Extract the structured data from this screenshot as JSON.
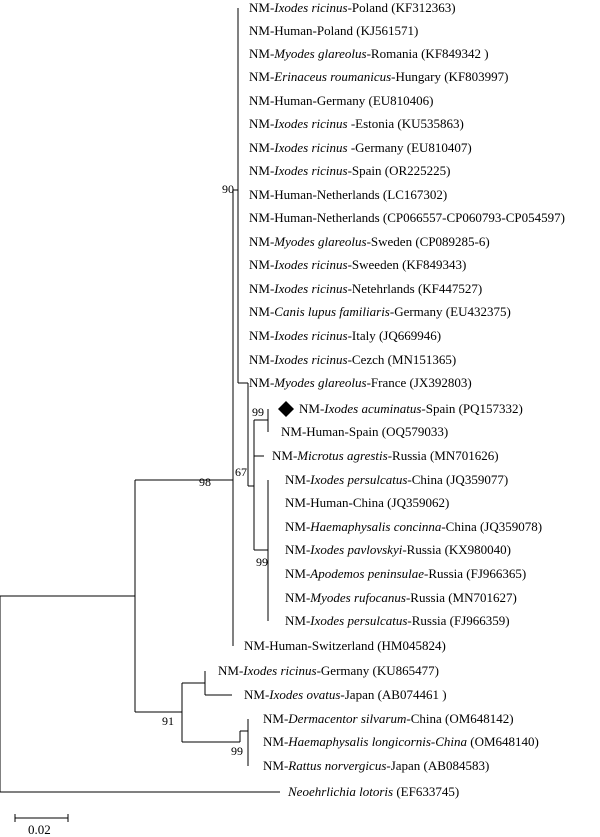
{
  "tree": {
    "taxa": [
      {
        "pre": "NM-",
        "sp": "Ixodes ricinus",
        "post": "-Poland (KF312363)"
      },
      {
        "pre": "NM-Human-Poland (KJ561571)",
        "sp": "",
        "post": ""
      },
      {
        "pre": "NM-",
        "sp": "Myodes glareolus",
        "post": "-Romania (KF849342 )"
      },
      {
        "pre": "NM-",
        "sp": "Erinaceus roumanicus",
        "post": "-Hungary (KF803997)"
      },
      {
        "pre": "NM-Human-Germany (EU810406)",
        "sp": "",
        "post": ""
      },
      {
        "pre": "NM-",
        "sp": "Ixodes ricinus",
        "post": " -Estonia (KU535863)"
      },
      {
        "pre": "NM-",
        "sp": "Ixodes ricinus",
        "post": " -Germany (EU810407)"
      },
      {
        "pre": "NM-",
        "sp": "Ixodes ricinus",
        "post": "-Spain (OR225225)"
      },
      {
        "pre": "NM-Human-Netherlands (LC167302)",
        "sp": "",
        "post": ""
      },
      {
        "pre": "NM-Human-Netherlands (CP066557-CP060793-CP054597)",
        "sp": "",
        "post": ""
      },
      {
        "pre": "NM-",
        "sp": "Myodes glareolus",
        "post": "-Sweden (CP089285-6)"
      },
      {
        "pre": "NM-",
        "sp": "Ixodes ricinus",
        "post": "-Sweeden (KF849343)"
      },
      {
        "pre": "NM-",
        "sp": "Ixodes ricinus",
        "post": "-Netehrlands (KF447527)"
      },
      {
        "pre": "NM-",
        "sp": "Canis lupus familiaris",
        "post": "-Germany (EU432375)"
      },
      {
        "pre": "NM-",
        "sp": "Ixodes ricinus",
        "post": "-Italy (JQ669946)"
      },
      {
        "pre": "NM-",
        "sp": "Ixodes ricinus",
        "post": "-Cezch (MN151365)"
      },
      {
        "pre": "NM-",
        "sp": "Myodes glareolus",
        "post": "-France (JX392803)"
      },
      {
        "pre": "NM-",
        "sp": "Ixodes acuminatus",
        "post": "-Spain (PQ157332)"
      },
      {
        "pre": "NM-Human-Spain (OQ579033)",
        "sp": "",
        "post": ""
      },
      {
        "pre": "NM-",
        "sp": "Microtus agrestis",
        "post": "-Russia (MN701626)"
      },
      {
        "pre": "NM-",
        "sp": "Ixodes persulcatus",
        "post": "-China (JQ359077)"
      },
      {
        "pre": "NM-Human-China (JQ359062)",
        "sp": "",
        "post": ""
      },
      {
        "pre": "NM-",
        "sp": "Haemaphysalis concinna",
        "post": "-China (JQ359078)"
      },
      {
        "pre": "NM-",
        "sp": "Ixodes pavlovskyi",
        "post": "-Russia (KX980040)"
      },
      {
        "pre": "NM-",
        "sp": "Apodemos peninsulae",
        "post": "-Russia (FJ966365)"
      },
      {
        "pre": "NM-",
        "sp": "Myodes rufocanus",
        "post": "-Russia (MN701627)"
      },
      {
        "pre": "NM-",
        "sp": "Ixodes persulcatus",
        "post": "-Russia (FJ966359)"
      },
      {
        "pre": "NM-Human-Switzerland (HM045824)",
        "sp": "",
        "post": ""
      },
      {
        "pre": "NM-",
        "sp": "Ixodes ricinus",
        "post": "-Germany (KU865477)"
      },
      {
        "pre": "NM-",
        "sp": "Ixodes ovatus",
        "post": "-Japan (AB074461 )"
      },
      {
        "pre": "NM-",
        "sp": "Dermacentor silvarum",
        "post": "-China (OM648142)"
      },
      {
        "pre": "NM-",
        "sp": "Haemaphysalis longicornis-China",
        "post": " (OM648140)"
      },
      {
        "pre": "NM-",
        "sp": "Rattus norvergicus",
        "post": "-Japan (AB084583)"
      },
      {
        "pre": "",
        "sp": "Neoehrlichia lotoris",
        "post": " (EF633745)"
      }
    ],
    "supports": [
      "90",
      "99",
      "67",
      "99",
      "98",
      "91",
      "99"
    ],
    "scale_label": "0.02",
    "highlighted_taxon_marker": "diamond-icon"
  }
}
